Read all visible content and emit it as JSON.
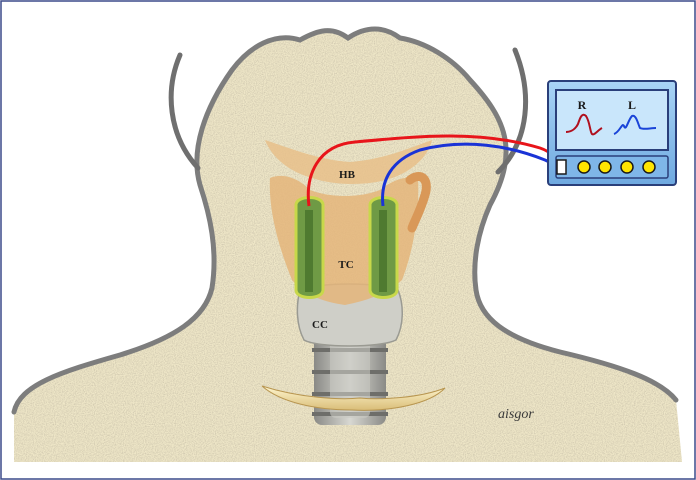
{
  "labels": {
    "hyoid": "HB",
    "thyroid": "TC",
    "cricoid": "CC",
    "signature": "aisgor"
  },
  "monitor": {
    "right_label": "R",
    "left_label": "L",
    "knob_count": 4
  },
  "colors": {
    "frame": "#3b4a8a",
    "skin": "#efe7c8",
    "neck_outline": "#7d7d7d",
    "cartilage": "#e4b57a",
    "electrode_fill": "#6f9a45",
    "electrode_border": "#c8d84a",
    "right_wire": "#e8141a",
    "left_wire": "#1a33d6",
    "monitor_body": "#8fc3ee",
    "monitor_screen": "#c9e6fb",
    "right_trace": "#b0101e",
    "left_trace": "#1a44d8",
    "knob": "#ffe400"
  }
}
